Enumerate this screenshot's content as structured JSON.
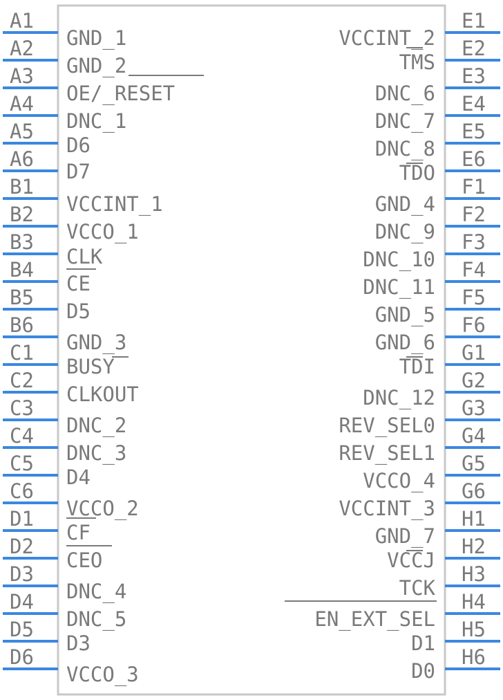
{
  "colors": {
    "pin_line": "#3b87e0",
    "body_outline": "#c8c8c8",
    "text": "#7a7a7a"
  },
  "left_pins": [
    {
      "number": "A1",
      "name": "GND_1"
    },
    {
      "number": "A2",
      "name": "GND_2"
    },
    {
      "number": "A3",
      "name": "OE/_RESET"
    },
    {
      "number": "A4",
      "name": "DNC_1"
    },
    {
      "number": "A5",
      "name": "D6"
    },
    {
      "number": "A6",
      "name": "D7"
    },
    {
      "number": "B1",
      "name": "VCCINT_1"
    },
    {
      "number": "B2",
      "name": "VCCO_1"
    },
    {
      "number": "B3",
      "name": "CLK"
    },
    {
      "number": "B4",
      "name": "CE"
    },
    {
      "number": "B5",
      "name": "D5"
    },
    {
      "number": "B6",
      "name": "GND_3"
    },
    {
      "number": "C1",
      "name": "BUSY"
    },
    {
      "number": "C2",
      "name": "CLKOUT"
    },
    {
      "number": "C3",
      "name": "DNC_2"
    },
    {
      "number": "C4",
      "name": "DNC_3"
    },
    {
      "number": "C5",
      "name": "D4"
    },
    {
      "number": "C6",
      "name": "VCCO_2"
    },
    {
      "number": "D1",
      "name": "CF"
    },
    {
      "number": "D2",
      "name": "CEO"
    },
    {
      "number": "D3",
      "name": "DNC_4"
    },
    {
      "number": "D4",
      "name": "DNC_5"
    },
    {
      "number": "D5",
      "name": "D3"
    },
    {
      "number": "D6",
      "name": "VCCO_3"
    }
  ],
  "right_pins": [
    {
      "number": "E1",
      "name": "VCCINT_2"
    },
    {
      "number": "E2",
      "name": "TMS"
    },
    {
      "number": "E3",
      "name": "DNC_6"
    },
    {
      "number": "E4",
      "name": "DNC_7"
    },
    {
      "number": "E5",
      "name": "DNC_8"
    },
    {
      "number": "E6",
      "name": "TDO"
    },
    {
      "number": "F1",
      "name": "GND_4"
    },
    {
      "number": "F2",
      "name": "DNC_9"
    },
    {
      "number": "F3",
      "name": "DNC_10"
    },
    {
      "number": "F4",
      "name": "DNC_11"
    },
    {
      "number": "F5",
      "name": "GND_5"
    },
    {
      "number": "F6",
      "name": "GND_6"
    },
    {
      "number": "G1",
      "name": "TDI"
    },
    {
      "number": "G2",
      "name": "DNC_12"
    },
    {
      "number": "G3",
      "name": "REV_SEL0"
    },
    {
      "number": "G4",
      "name": "REV_SEL1"
    },
    {
      "number": "G5",
      "name": "VCCO_4"
    },
    {
      "number": "G6",
      "name": "VCCINT_3"
    },
    {
      "number": "H1",
      "name": "GND_7"
    },
    {
      "number": "H2",
      "name": "VCCJ"
    },
    {
      "number": "H3",
      "name": "TCK"
    },
    {
      "number": "H4",
      "name": "EN_EXT_SEL"
    },
    {
      "number": "H5",
      "name": "D1"
    },
    {
      "number": "H6",
      "name": "D0"
    }
  ]
}
